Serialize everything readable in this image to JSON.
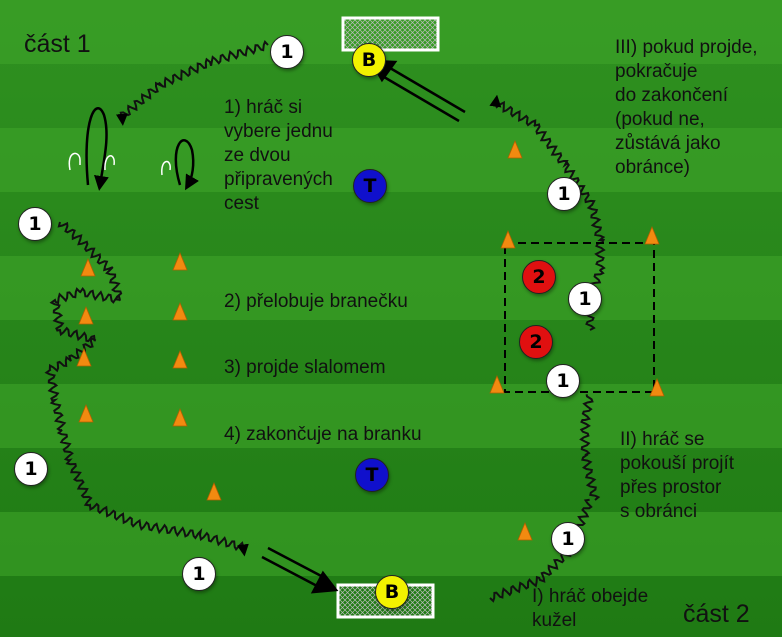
{
  "titles": {
    "part1": "část 1",
    "part2": "část 2"
  },
  "part1_steps": {
    "step1": [
      "1) hráč si",
      "vybere jednu",
      "ze dvou",
      "připravených",
      "cest"
    ],
    "step2": "2) přelobuje branečku",
    "step3": "3) projde slalomem",
    "step4": "4) zakončuje na branku"
  },
  "part2_steps": {
    "step3": [
      "III) pokud projde,",
      "pokračuje",
      "do zakončení",
      "(pokud ne,",
      "zůstává jako",
      "obránce)"
    ],
    "step2": [
      "II) hráč se",
      "pokouší projít",
      "přes prostor",
      "s obránci"
    ],
    "step1": [
      "I) hráč obejde",
      "kužel"
    ]
  },
  "player_labels": {
    "attacker": "1",
    "defender": "2",
    "coach": "T",
    "goalkeeper": "B"
  },
  "colors": {
    "grass_dark": "#2a8a1c",
    "grass_light": "#3fa52a",
    "cone": "#f28a10",
    "attacker": "#ffffff",
    "defender": "#e01010",
    "coach": "#1010cc",
    "goalkeeper": "#f2f200"
  },
  "icons": [
    "cone-icon",
    "goal-icon",
    "lob-arrow-icon",
    "dribble-path-icon",
    "shot-arrow-icon",
    "run-arrow-icon"
  ]
}
